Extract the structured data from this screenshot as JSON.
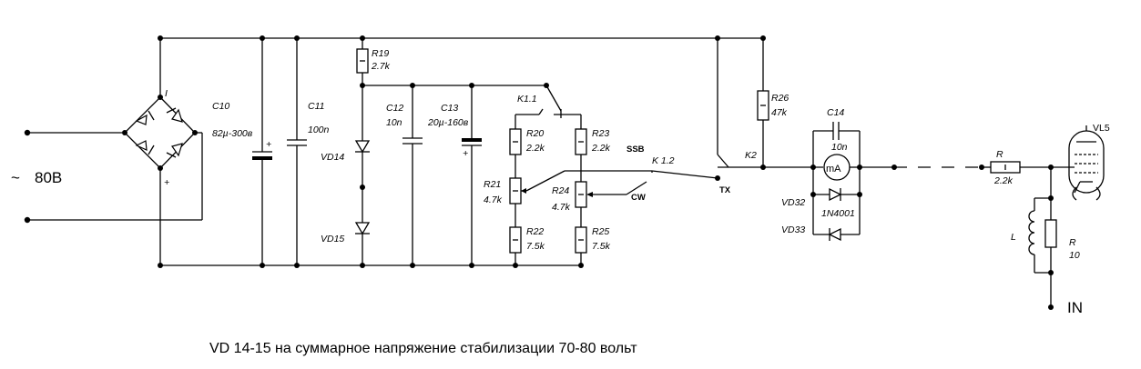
{
  "input": {
    "symbol": "~",
    "voltage": "80В",
    "plus": "+"
  },
  "components": {
    "C10": {
      "name": "C10",
      "value": "82µ-300в",
      "plus": "+"
    },
    "C11": {
      "name": "C11",
      "value": "100n"
    },
    "R19": {
      "name": "R19",
      "value": "2.7k"
    },
    "VD14": {
      "name": "VD14"
    },
    "VD15": {
      "name": "VD15"
    },
    "C12": {
      "name": "C12",
      "value": "10n"
    },
    "C13": {
      "name": "C13",
      "value": "20µ-160в",
      "plus": "+"
    },
    "K11": {
      "name": "K1.1"
    },
    "R20": {
      "name": "R20",
      "value": "2.2k"
    },
    "R21": {
      "name": "R21",
      "value": "4.7k"
    },
    "R22": {
      "name": "R22",
      "value": "7.5k"
    },
    "R23": {
      "name": "R23",
      "value": "2.2k"
    },
    "R24": {
      "name": "R24",
      "value": "4.7k"
    },
    "R25": {
      "name": "R25",
      "value": "7.5k"
    },
    "K12": {
      "name": "K 1.2",
      "ssb": "SSB",
      "cw": "CW",
      "tx": "TX"
    },
    "R26": {
      "name": "R26",
      "value": "47k"
    },
    "K2": {
      "name": "K2"
    },
    "C14": {
      "name": "C14",
      "value": "10n"
    },
    "meter": {
      "label": "mA"
    },
    "VD32": {
      "name": "VD32",
      "part": "1N4001"
    },
    "VD33": {
      "name": "VD33"
    },
    "R": {
      "name": "R",
      "value": "2.2k"
    },
    "L": {
      "name": "L"
    },
    "R10": {
      "name": "R",
      "value": "10"
    },
    "VL5": {
      "name": "VL5"
    },
    "in": {
      "label": "IN"
    }
  },
  "caption": "VD 14-15 на суммарное напряжение стабилизации 70-80 вольт"
}
